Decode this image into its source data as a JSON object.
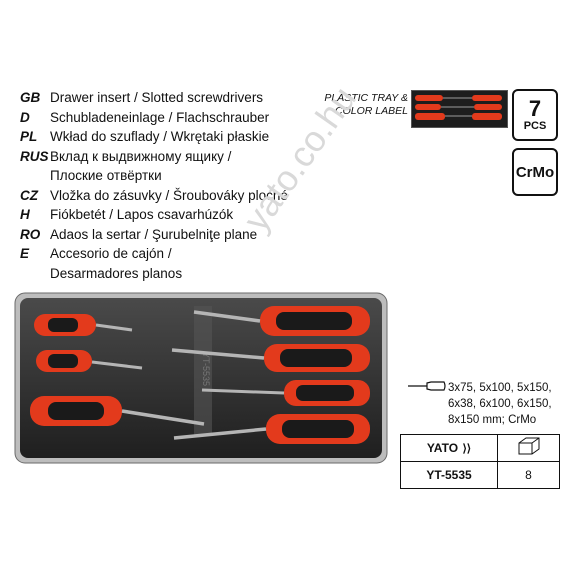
{
  "languages": [
    {
      "code": "GB",
      "text": "Drawer insert / Slotted screwdrivers"
    },
    {
      "code": "D",
      "text": "Schubladeneinlage / Flachschrauber"
    },
    {
      "code": "PL",
      "text": "Wkład do szuflady / Wkrętaki płaskie"
    },
    {
      "code": "RUS",
      "text": "Вклад к выдвижному ящику /"
    },
    {
      "code": "",
      "text": "Плоские отвёртки"
    },
    {
      "code": "CZ",
      "text": "Vložka do zásuvky / Šroubováky ploché"
    },
    {
      "code": "H",
      "text": "Fiókbetét / Lapos csavarhúzók"
    },
    {
      "code": "RO",
      "text": "Adaos la sertar / Şurubelniţe plane"
    },
    {
      "code": "E",
      "text": "Accesorio de cajón /"
    },
    {
      "code": "",
      "text": "Desarmadores planos"
    }
  ],
  "plastic_label": "PLASTIC TRAY & COLOR LABEL",
  "badges": {
    "count": "7",
    "unit": "PCS",
    "material": "CrMo"
  },
  "watermark": "yato.co.hu",
  "tray_imprint": "YT-5535",
  "spec": "3x75, 5x100, 5x150, 6x38, 6x100, 6x150, 8x150 mm; CrMo",
  "table": {
    "brand": "YATO",
    "model": "YT-5535",
    "quantity": "8"
  },
  "colors": {
    "handle_red": "#e33a1c",
    "handle_black": "#1a1a1a",
    "tray": "#2a2a2a",
    "tray_edge": "#6a6a6a"
  }
}
